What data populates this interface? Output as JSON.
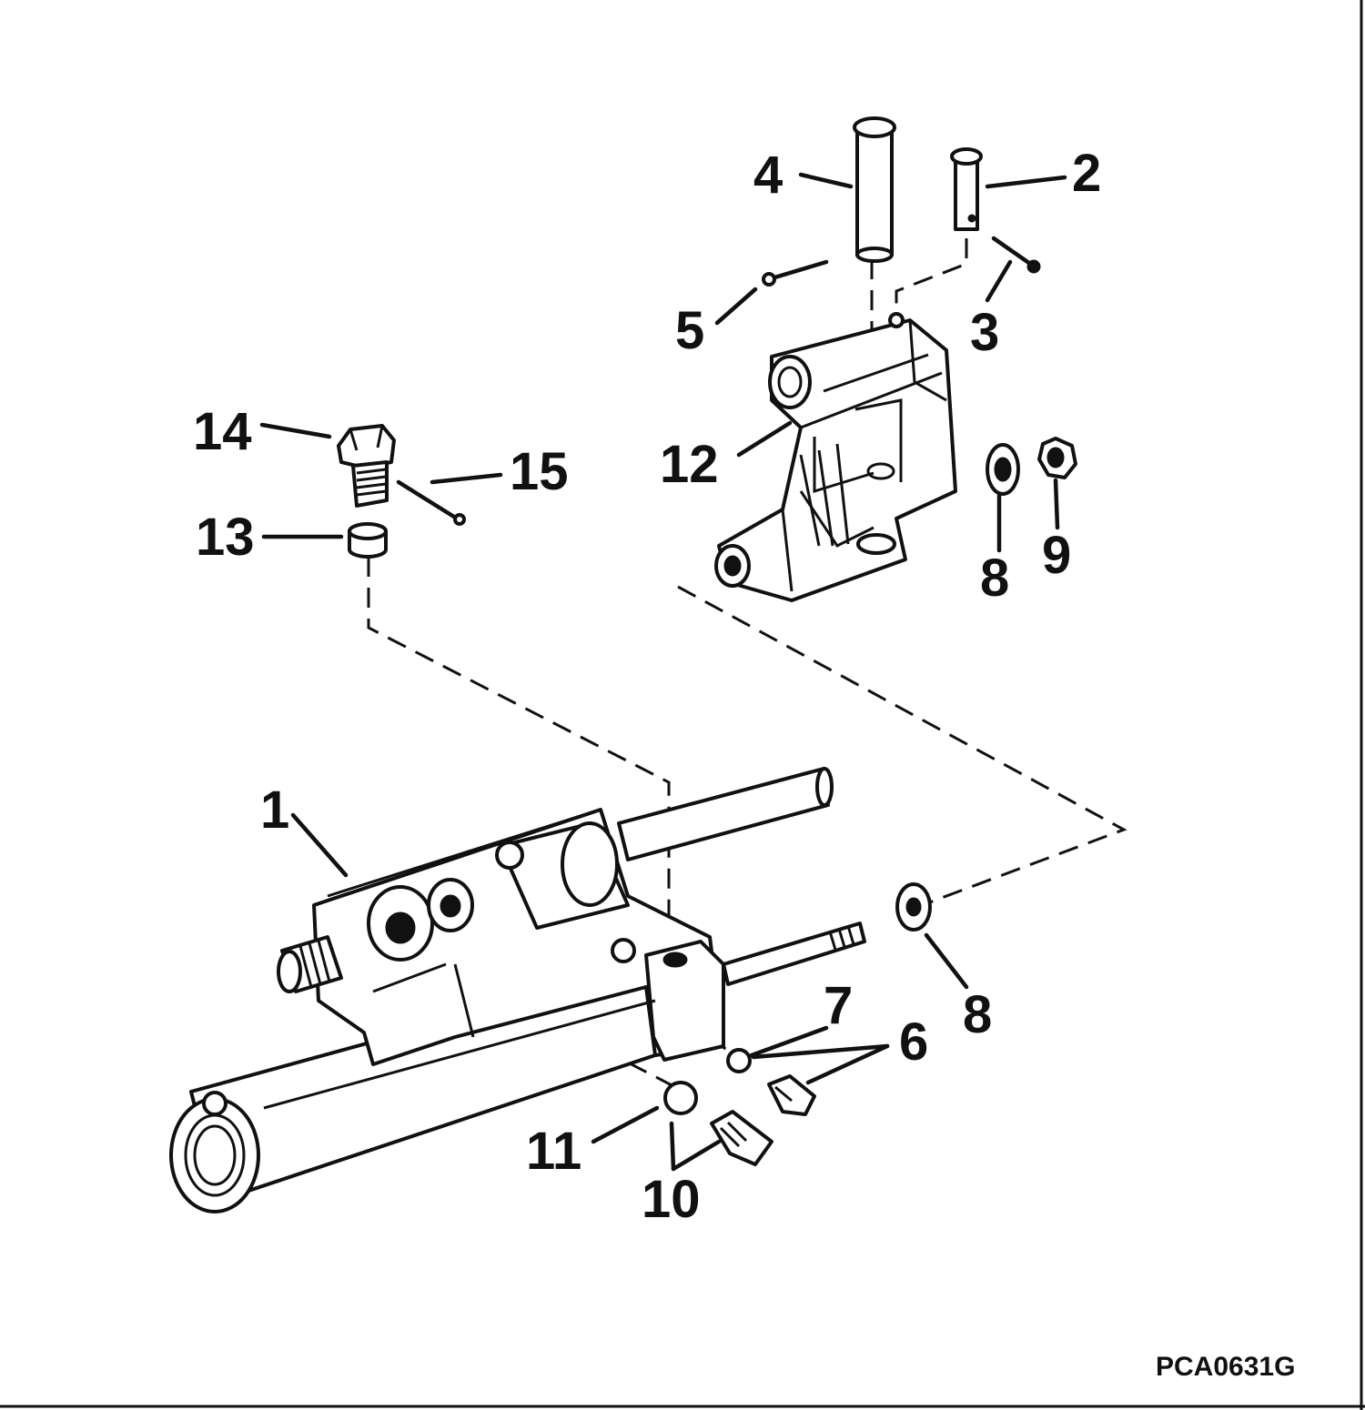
{
  "figure_id": "PCA0631G",
  "callouts": {
    "c1": "1",
    "c2": "2",
    "c3": "3",
    "c4": "4",
    "c5": "5",
    "c6": "6",
    "c7": "7",
    "c8a": "8",
    "c8b": "8",
    "c9": "9",
    "c10": "10",
    "c11": "11",
    "c12": "12",
    "c13": "13",
    "c14": "14",
    "c15": "15"
  }
}
